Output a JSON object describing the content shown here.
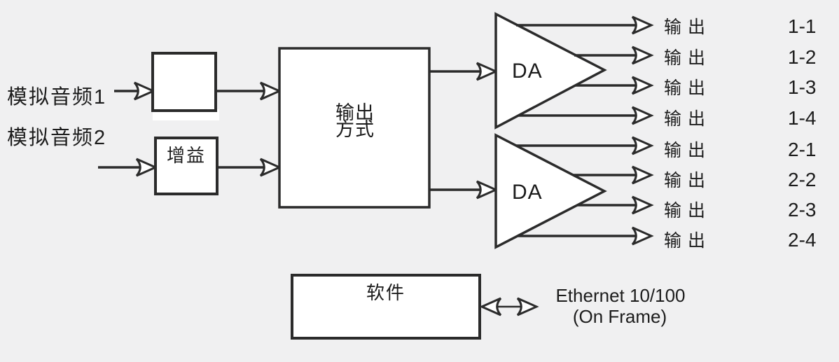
{
  "colors": {
    "background": "#f0f0f1",
    "stroke": "#2b2b2b",
    "text": "#1c1c1c",
    "box_fill": "#ffffff"
  },
  "inputs": {
    "input1_label": "模拟音频1",
    "input2_label": "模拟音频2"
  },
  "blocks": {
    "unlabeled_box": "",
    "gain": "增益",
    "output_mode_line1": "输出",
    "output_mode_line2": "方式",
    "da1": "DA",
    "da2": "DA",
    "software": "软件"
  },
  "outputs": {
    "rows": [
      {
        "label": "输出",
        "number": "1-1"
      },
      {
        "label": "输出",
        "number": "1-2"
      },
      {
        "label": "输出",
        "number": "1-3"
      },
      {
        "label": "输出",
        "number": "1-4"
      },
      {
        "label": "输出",
        "number": "2-1"
      },
      {
        "label": "输出",
        "number": "2-2"
      },
      {
        "label": "输出",
        "number": "2-3"
      },
      {
        "label": "输出",
        "number": "2-4"
      }
    ]
  },
  "ethernet": {
    "line1": "Ethernet 10/100",
    "line2": "(On Frame)"
  }
}
